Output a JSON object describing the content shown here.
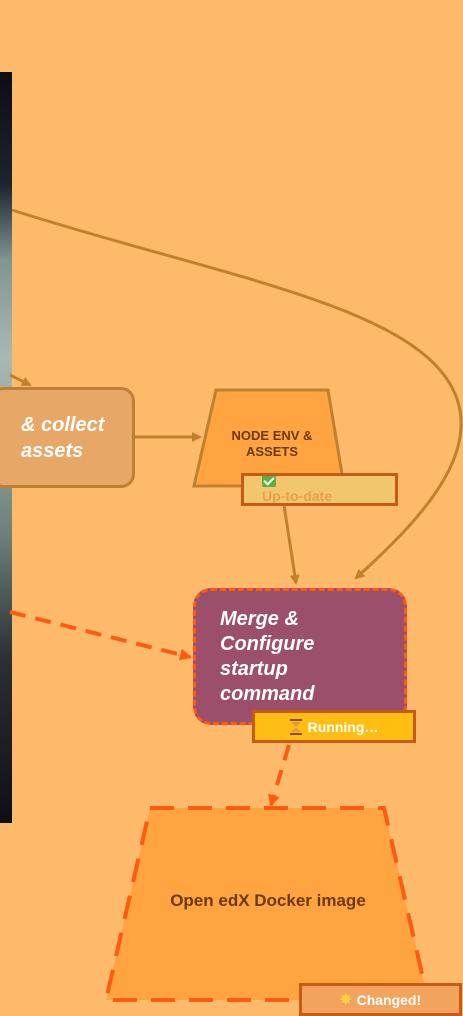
{
  "nodes": {
    "collect_assets": {
      "label": "& collect assets"
    },
    "node_env_assets": {
      "label": "NODE ENV & ASSETS"
    },
    "merge_configure": {
      "label": "Merge & Configure startup command"
    },
    "docker_image": {
      "label": "Open edX Docker image"
    }
  },
  "badges": {
    "up_to_date": {
      "icon": "check-mark-icon",
      "label": "Up-to-date"
    },
    "running": {
      "icon": "hourglass-icon",
      "label": "Running…"
    },
    "changed": {
      "icon": "collision-icon",
      "label": "Changed!"
    }
  },
  "colors": {
    "background": "#FDBA6B",
    "edge_solid": "#C0812E",
    "edge_dashed": "#FF5A14",
    "running_node": "#9B4F6A",
    "running_badge": "#FFBE11"
  }
}
